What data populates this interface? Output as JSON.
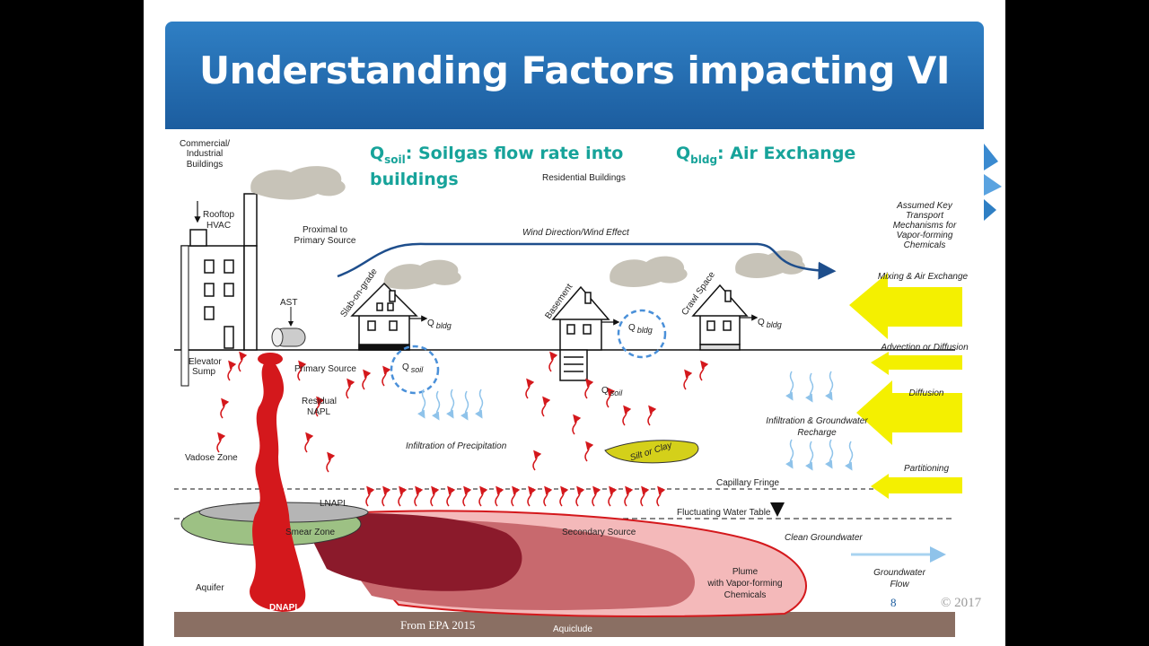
{
  "slide": {
    "title": "Understanding Factors impacting VI",
    "slide_number": "8",
    "copyright": "© 2017",
    "source_credit": "From EPA 2015"
  },
  "callouts": {
    "qsoil_symbol": "Q",
    "qsoil_sub": "soil",
    "qsoil_text_1": ": Soilgas flow rate into",
    "qsoil_text_2": "buildings",
    "qbldg_symbol": "Q",
    "qbldg_sub": "bldg",
    "qbldg_text": ": Air Exchange"
  },
  "labels": {
    "commercial_1": "Commercial/",
    "commercial_2": "Industrial",
    "commercial_3": "Buildings",
    "residential": "Residential Buildings",
    "rooftop_1": "Rooftop",
    "rooftop_2": "HVAC",
    "proximal_1": "Proximal to",
    "proximal_2": "Primary Source",
    "wind": "Wind Direction/Wind Effect",
    "ast": "AST",
    "slab": "Slab-on-grade",
    "basement": "Basement",
    "crawl": "Crawl Space",
    "q": "Q",
    "bldg": "bldg",
    "soil": "soil",
    "elevator_1": "Elevator",
    "elevator_2": "Sump",
    "primary_source": "Primary Source",
    "residual_1": "Residual",
    "residual_2": "NAPL",
    "vadose": "Vadose Zone",
    "lnapl": "LNAPL",
    "smear": "Smear Zone",
    "aquifer": "Aquifer",
    "dnapl": "DNAPL",
    "infiltration_precip": "Infiltration of Precipitation",
    "infiltration_gw_1": "Infiltration & Groundwater",
    "infiltration_gw_2": "Recharge",
    "silt": "Silt or Clay",
    "capillary": "Capillary Fringe",
    "water_table": "Fluctuating Water Table",
    "secondary": "Secondary Source",
    "clean_gw": "Clean Groundwater",
    "plume_1": "Plume",
    "plume_2": "with Vapor-forming",
    "plume_3": "Chemicals",
    "gw_flow_1": "Groundwater",
    "gw_flow_2": "Flow",
    "aquiclude": "Aquiclude",
    "assumed_1": "Assumed Key",
    "assumed_2": "Transport",
    "assumed_3": "Mechanisms for",
    "assumed_4": "Vapor-forming",
    "assumed_5": "Chemicals",
    "mixing": "Mixing & Air Exchange",
    "advection": "Advection or Diffusion",
    "diffusion": "Diffusion",
    "partitioning": "Partitioning"
  },
  "colors": {
    "title_bar": "#1f64a8",
    "contamination_red": "#d4181c",
    "callout_teal": "#17a39a",
    "mechanism_yellow": "#f4f000",
    "plume_dark": "#8b1a2b",
    "plume_light": "#f1a0a2",
    "smear_green": "#9dc184",
    "aquiclude_brown": "#8a6f63"
  }
}
